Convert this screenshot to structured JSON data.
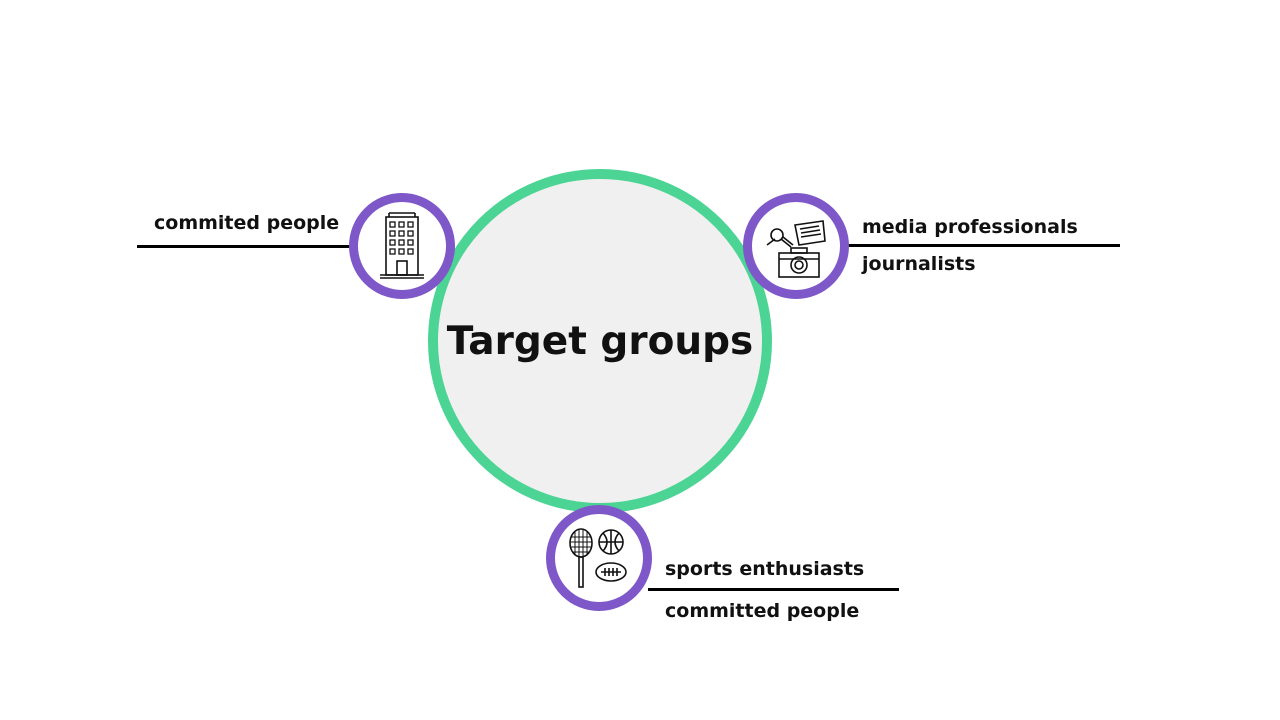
{
  "title": "Target groups",
  "colors": {
    "center_fill": "#f0f0f0",
    "center_ring": "#4cd494",
    "node_ring": "#7e57c8",
    "line": "#000000"
  },
  "groups": [
    {
      "icon": "office-building-icon",
      "labels": [
        "commited people"
      ]
    },
    {
      "icon": "media-icon",
      "labels": [
        "media professionals",
        "journalists"
      ]
    },
    {
      "icon": "sports-equipment-icon",
      "labels": [
        "sports enthusiasts",
        "committed people"
      ]
    }
  ]
}
